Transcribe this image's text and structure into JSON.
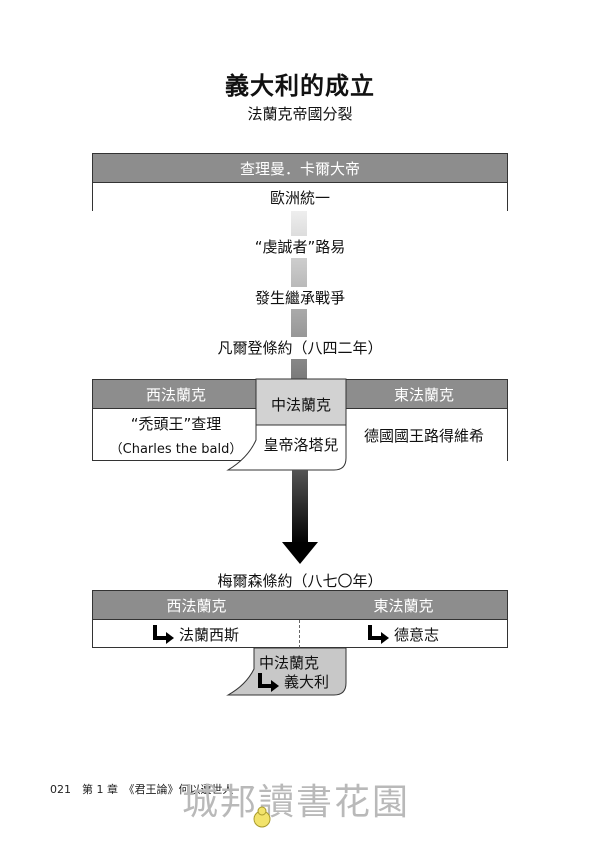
{
  "title": "義大利的成立",
  "subtitle": "法蘭克帝國分裂",
  "top_box": {
    "header": "查理曼．卡爾大帝",
    "body": "歐洲統一"
  },
  "steps": [
    "“虔誠者”路易",
    "發生繼承戰爭",
    "凡爾登條約（八四二年）"
  ],
  "verdun": {
    "west": {
      "header": "西法蘭克",
      "line1": "“禿頭王”查理",
      "line2": "（Charles the bald）"
    },
    "middle": {
      "header": "中法蘭克",
      "body": "皇帝洛塔兒"
    },
    "east": {
      "header": "東法蘭克",
      "body": "德國國王路得維希"
    }
  },
  "mersen_label": "梅爾森條約（八七〇年）",
  "mersen": {
    "west": {
      "header": "西法蘭克",
      "result": "法蘭西斯"
    },
    "east": {
      "header": "東法蘭克",
      "result": "德意志"
    },
    "middle": {
      "header": "中法蘭克",
      "result": "義大利"
    }
  },
  "footer": "021　第 1 章　《君王論》何以遭世人",
  "watermark": "城邦讀書花園",
  "colors": {
    "header_gray": "#8d8d8d",
    "light_gray": "#d2d2d2",
    "dark": "#111111"
  }
}
